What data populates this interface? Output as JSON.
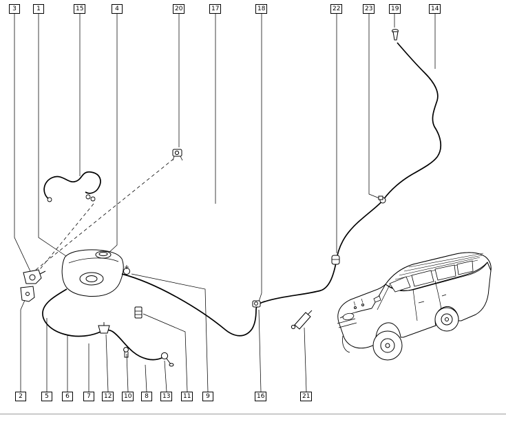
{
  "colors": {
    "background": "#ffffff",
    "line": "#000000"
  },
  "callouts": {
    "top": [
      {
        "label": "3"
      },
      {
        "label": "1"
      },
      {
        "label": "15"
      },
      {
        "label": "4"
      },
      {
        "label": "20"
      },
      {
        "label": "17"
      },
      {
        "label": "18"
      },
      {
        "label": "22"
      },
      {
        "label": "23"
      },
      {
        "label": "19"
      },
      {
        "label": "14"
      }
    ],
    "bottom": [
      {
        "label": "2"
      },
      {
        "label": "5"
      },
      {
        "label": "6"
      },
      {
        "label": "7"
      },
      {
        "label": "12"
      },
      {
        "label": "10"
      },
      {
        "label": "8"
      },
      {
        "label": "13"
      },
      {
        "label": "11"
      },
      {
        "label": "9"
      },
      {
        "label": "16"
      },
      {
        "label": "21"
      }
    ]
  }
}
